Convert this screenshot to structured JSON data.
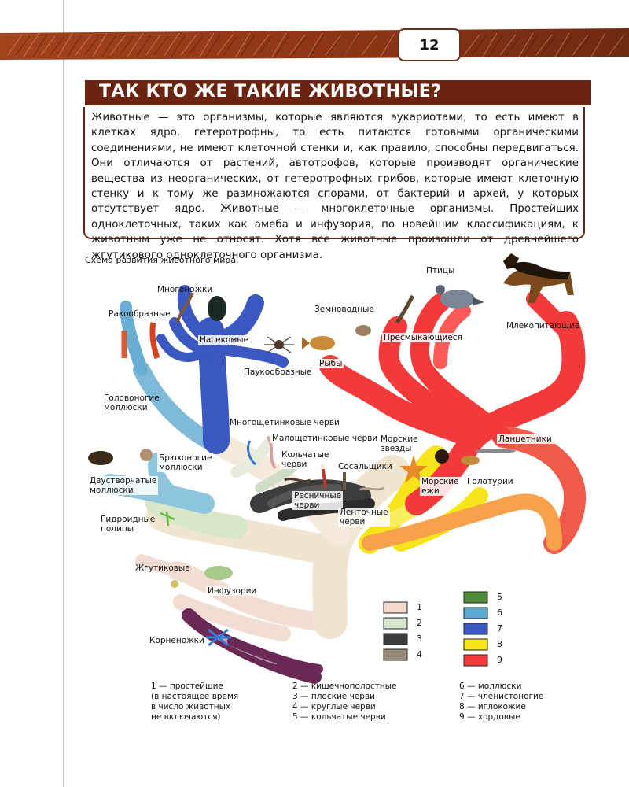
{
  "page_number": "12",
  "title": "ТАК КТО ЖЕ ТАКИЕ ЖИВОТНЫЕ?",
  "paragraph": "Животные — это организмы, которые являются эукариотами, то есть имеют в клетках ядро, гетеротрофны, то есть питаются готовыми органическими соединениями, не имеют клеточной стенки и, как правило, способны передвигаться. Они отличаются от растений, автотрофов, которые производят органические вещества из неорганических, от гетеротрофных грибов, которые имеют клеточную стенку и к тому же размножаются спорами, от бактерий и архей, у которых отсутствует ядро. Животные — многоклеточные организмы. Простейших одноклеточных, таких как амеба и инфузория, по новейшим классификациям, к животным уже не относят. Хотя все животные произошли от древнейшего жгутикового одноклеточного организма.",
  "caption": "Схема развития животного мира.",
  "labels": {
    "mnogonozhki": "Многоножки",
    "rakoobraznye": "Ракообразные",
    "nasekomye": "Насекомые",
    "paukoobraznye": "Паукообразные",
    "golovonogie": "Головоногие\nмоллюски",
    "mnogoshchetinkovye": "Многощетинковые черви",
    "malosh": "Малощетинковые черви",
    "kolchatye": "Кольчатые\nчерви",
    "bryuhonogie": "Брюхоногие\nмоллюски",
    "dvustvorchatye": "Двустворчатые\nмоллюски",
    "resnichnye": "Ресничные\nчерви",
    "sosalshchiki": "Сосальщики",
    "lentochnye": "Ленточные\nчерви",
    "gidroidnye": "Гидроидные\nполипы",
    "zhgutikovye": "Жгутиковые",
    "infuzorii": "Инфузории",
    "kornenozhki": "Корненожки",
    "zemnovodnye": "Земноводные",
    "ptitsy": "Птицы",
    "presmykayushchiesya": "Пресмыкающиеся",
    "mlekopitayushchie": "Млекопитающие",
    "ryby": "Рыбы",
    "morskie_zvezdy": "Морские\nзвезды",
    "lantsetniki": "Ланцетники",
    "morskie_ezhi": "Морские\nежи",
    "goloturii": "Голотурии"
  },
  "legend": {
    "swatches": [
      {
        "num": "1",
        "color": "#f5d9cc"
      },
      {
        "num": "2",
        "color": "#d8e6cf"
      },
      {
        "num": "3",
        "color": "#3d3d3d"
      },
      {
        "num": "4",
        "color": "#978d77"
      },
      {
        "num": "5",
        "color": "#4e8a3a"
      },
      {
        "num": "6",
        "color": "#5aa9cf"
      },
      {
        "num": "7",
        "color": "#3b57c2"
      },
      {
        "num": "8",
        "color": "#f5e51a"
      },
      {
        "num": "9",
        "color": "#f23a3a"
      }
    ],
    "col1": "1 — простейшие\n(в настоящее время\nв число животных\nне включаются)",
    "col2": "2 — кишечнополостные\n3 — плоские черви\n4 — круглые черви\n5 — кольчатые черви",
    "col3": "6 — моллюски\n7 — членистоногие\n8 — иглокожие\n9 — хордовые"
  }
}
